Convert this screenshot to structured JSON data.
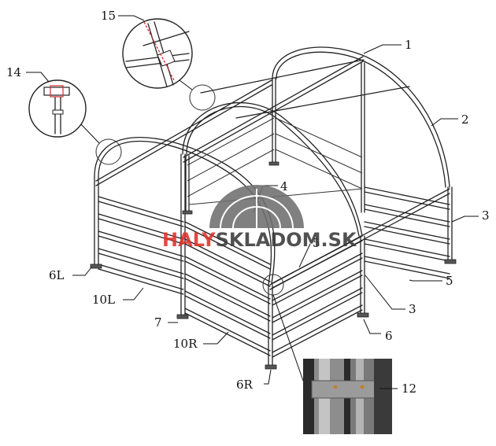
{
  "diagram": {
    "callouts": [
      "1",
      "2",
      "3",
      "3",
      "4",
      "5",
      "5",
      "6",
      "6L",
      "6R",
      "7",
      "10L",
      "10R",
      "12",
      "14",
      "15"
    ]
  },
  "watermark": {
    "text_red": "HALY",
    "text_dark": "SKLADOM.SK",
    "color_red": "#e0302a",
    "color_dark": "#3a3a3a",
    "logo_color": "#6f6f6f"
  }
}
